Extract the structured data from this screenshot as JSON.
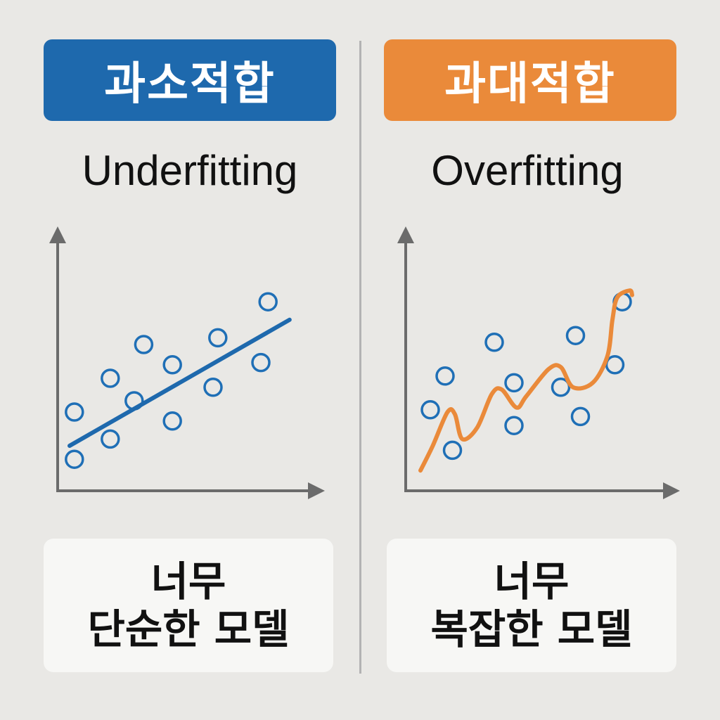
{
  "colors": {
    "background": "#e9e8e5",
    "underfit_accent": "#1e69ad",
    "overfit_accent": "#ea8a3a",
    "axis": "#6b6b6b",
    "point": "#1f6fb6",
    "caption_bg": "#f7f7f5"
  },
  "underfitting": {
    "title_ko": "과소적합",
    "title_en": "Underfitting",
    "caption_line1": "너무",
    "caption_line2": "단순한 모델"
  },
  "overfitting": {
    "title_ko": "과대적합",
    "title_en": "Overfitting",
    "caption_line1": "너무",
    "caption_line2": "복잡한 모델"
  },
  "chart_data": [
    {
      "type": "scatter",
      "title": "Underfitting",
      "xlabel": "",
      "ylabel": "",
      "xlim": [
        0,
        10
      ],
      "ylim": [
        0,
        10
      ],
      "points": [
        {
          "x": 0.7,
          "y": 1.4
        },
        {
          "x": 0.7,
          "y": 3.5
        },
        {
          "x": 2.2,
          "y": 2.3
        },
        {
          "x": 2.2,
          "y": 5.0
        },
        {
          "x": 3.2,
          "y": 4.0
        },
        {
          "x": 3.6,
          "y": 6.5
        },
        {
          "x": 4.8,
          "y": 3.1
        },
        {
          "x": 4.8,
          "y": 5.6
        },
        {
          "x": 6.5,
          "y": 4.6
        },
        {
          "x": 6.7,
          "y": 6.8
        },
        {
          "x": 8.5,
          "y": 5.7
        },
        {
          "x": 8.8,
          "y": 8.4
        }
      ],
      "fit_line": {
        "kind": "linear",
        "points": [
          [
            0.5,
            2.0
          ],
          [
            9.7,
            7.6
          ]
        ]
      },
      "grid": false,
      "legend": "none"
    },
    {
      "type": "scatter",
      "title": "Overfitting",
      "xlabel": "",
      "ylabel": "",
      "xlim": [
        0,
        10
      ],
      "ylim": [
        0,
        10
      ],
      "points": [
        {
          "x": 1.0,
          "y": 3.6
        },
        {
          "x": 1.6,
          "y": 5.1
        },
        {
          "x": 1.9,
          "y": 1.8
        },
        {
          "x": 3.6,
          "y": 6.6
        },
        {
          "x": 4.4,
          "y": 4.8
        },
        {
          "x": 4.4,
          "y": 2.9
        },
        {
          "x": 6.3,
          "y": 4.6
        },
        {
          "x": 6.9,
          "y": 6.9
        },
        {
          "x": 7.1,
          "y": 3.3
        },
        {
          "x": 8.5,
          "y": 5.6
        },
        {
          "x": 8.8,
          "y": 8.4
        }
      ],
      "fit_line": {
        "kind": "curve",
        "points": [
          [
            0.6,
            0.9
          ],
          [
            1.1,
            2.0
          ],
          [
            1.7,
            3.5
          ],
          [
            2.0,
            3.4
          ],
          [
            2.3,
            2.3
          ],
          [
            2.9,
            2.8
          ],
          [
            3.5,
            4.3
          ],
          [
            3.9,
            4.5
          ],
          [
            4.5,
            3.7
          ],
          [
            4.9,
            4.2
          ],
          [
            5.8,
            5.4
          ],
          [
            6.3,
            5.5
          ],
          [
            6.8,
            4.6
          ],
          [
            7.6,
            4.8
          ],
          [
            8.2,
            6.0
          ],
          [
            8.4,
            7.6
          ],
          [
            8.6,
            8.6
          ],
          [
            9.1,
            8.9
          ],
          [
            9.2,
            8.7
          ]
        ]
      },
      "grid": false,
      "legend": "none"
    }
  ]
}
